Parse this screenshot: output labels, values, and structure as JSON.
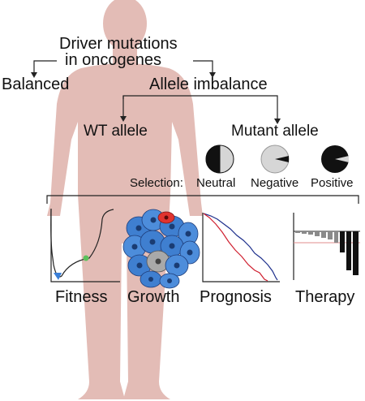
{
  "diagram": {
    "header_line1": "Driver mutations",
    "header_line2": "in oncogenes",
    "balanced": "Balanced",
    "allele_imbalance": "Allele imbalance",
    "wt_allele": "WT allele",
    "mutant_allele": "Mutant allele",
    "selection_label": "Selection:",
    "neutral": "Neutral",
    "negative": "Negative",
    "positive": "Positive",
    "fitness": "Fitness",
    "growth": "Growth",
    "prognosis": "Prognosis",
    "therapy": "Therapy"
  },
  "colors": {
    "body": "#e3bcb6",
    "body_edge": "#cfa39c",
    "cell_blue": "#3f7fd0",
    "cell_red": "#e0332f",
    "km_blue": "#1d2f8c",
    "km_red": "#cf1f2f",
    "green_dot": "#5cc15c",
    "pie_gray": "#d6d6d6"
  },
  "icons": [
    "human-silhouette",
    "neutral-pie-icon",
    "negative-pie-icon",
    "positive-pie-icon",
    "fitness-curve-icon",
    "tumor-cells-icon",
    "survival-curve-icon",
    "waterfall-bars-icon"
  ]
}
